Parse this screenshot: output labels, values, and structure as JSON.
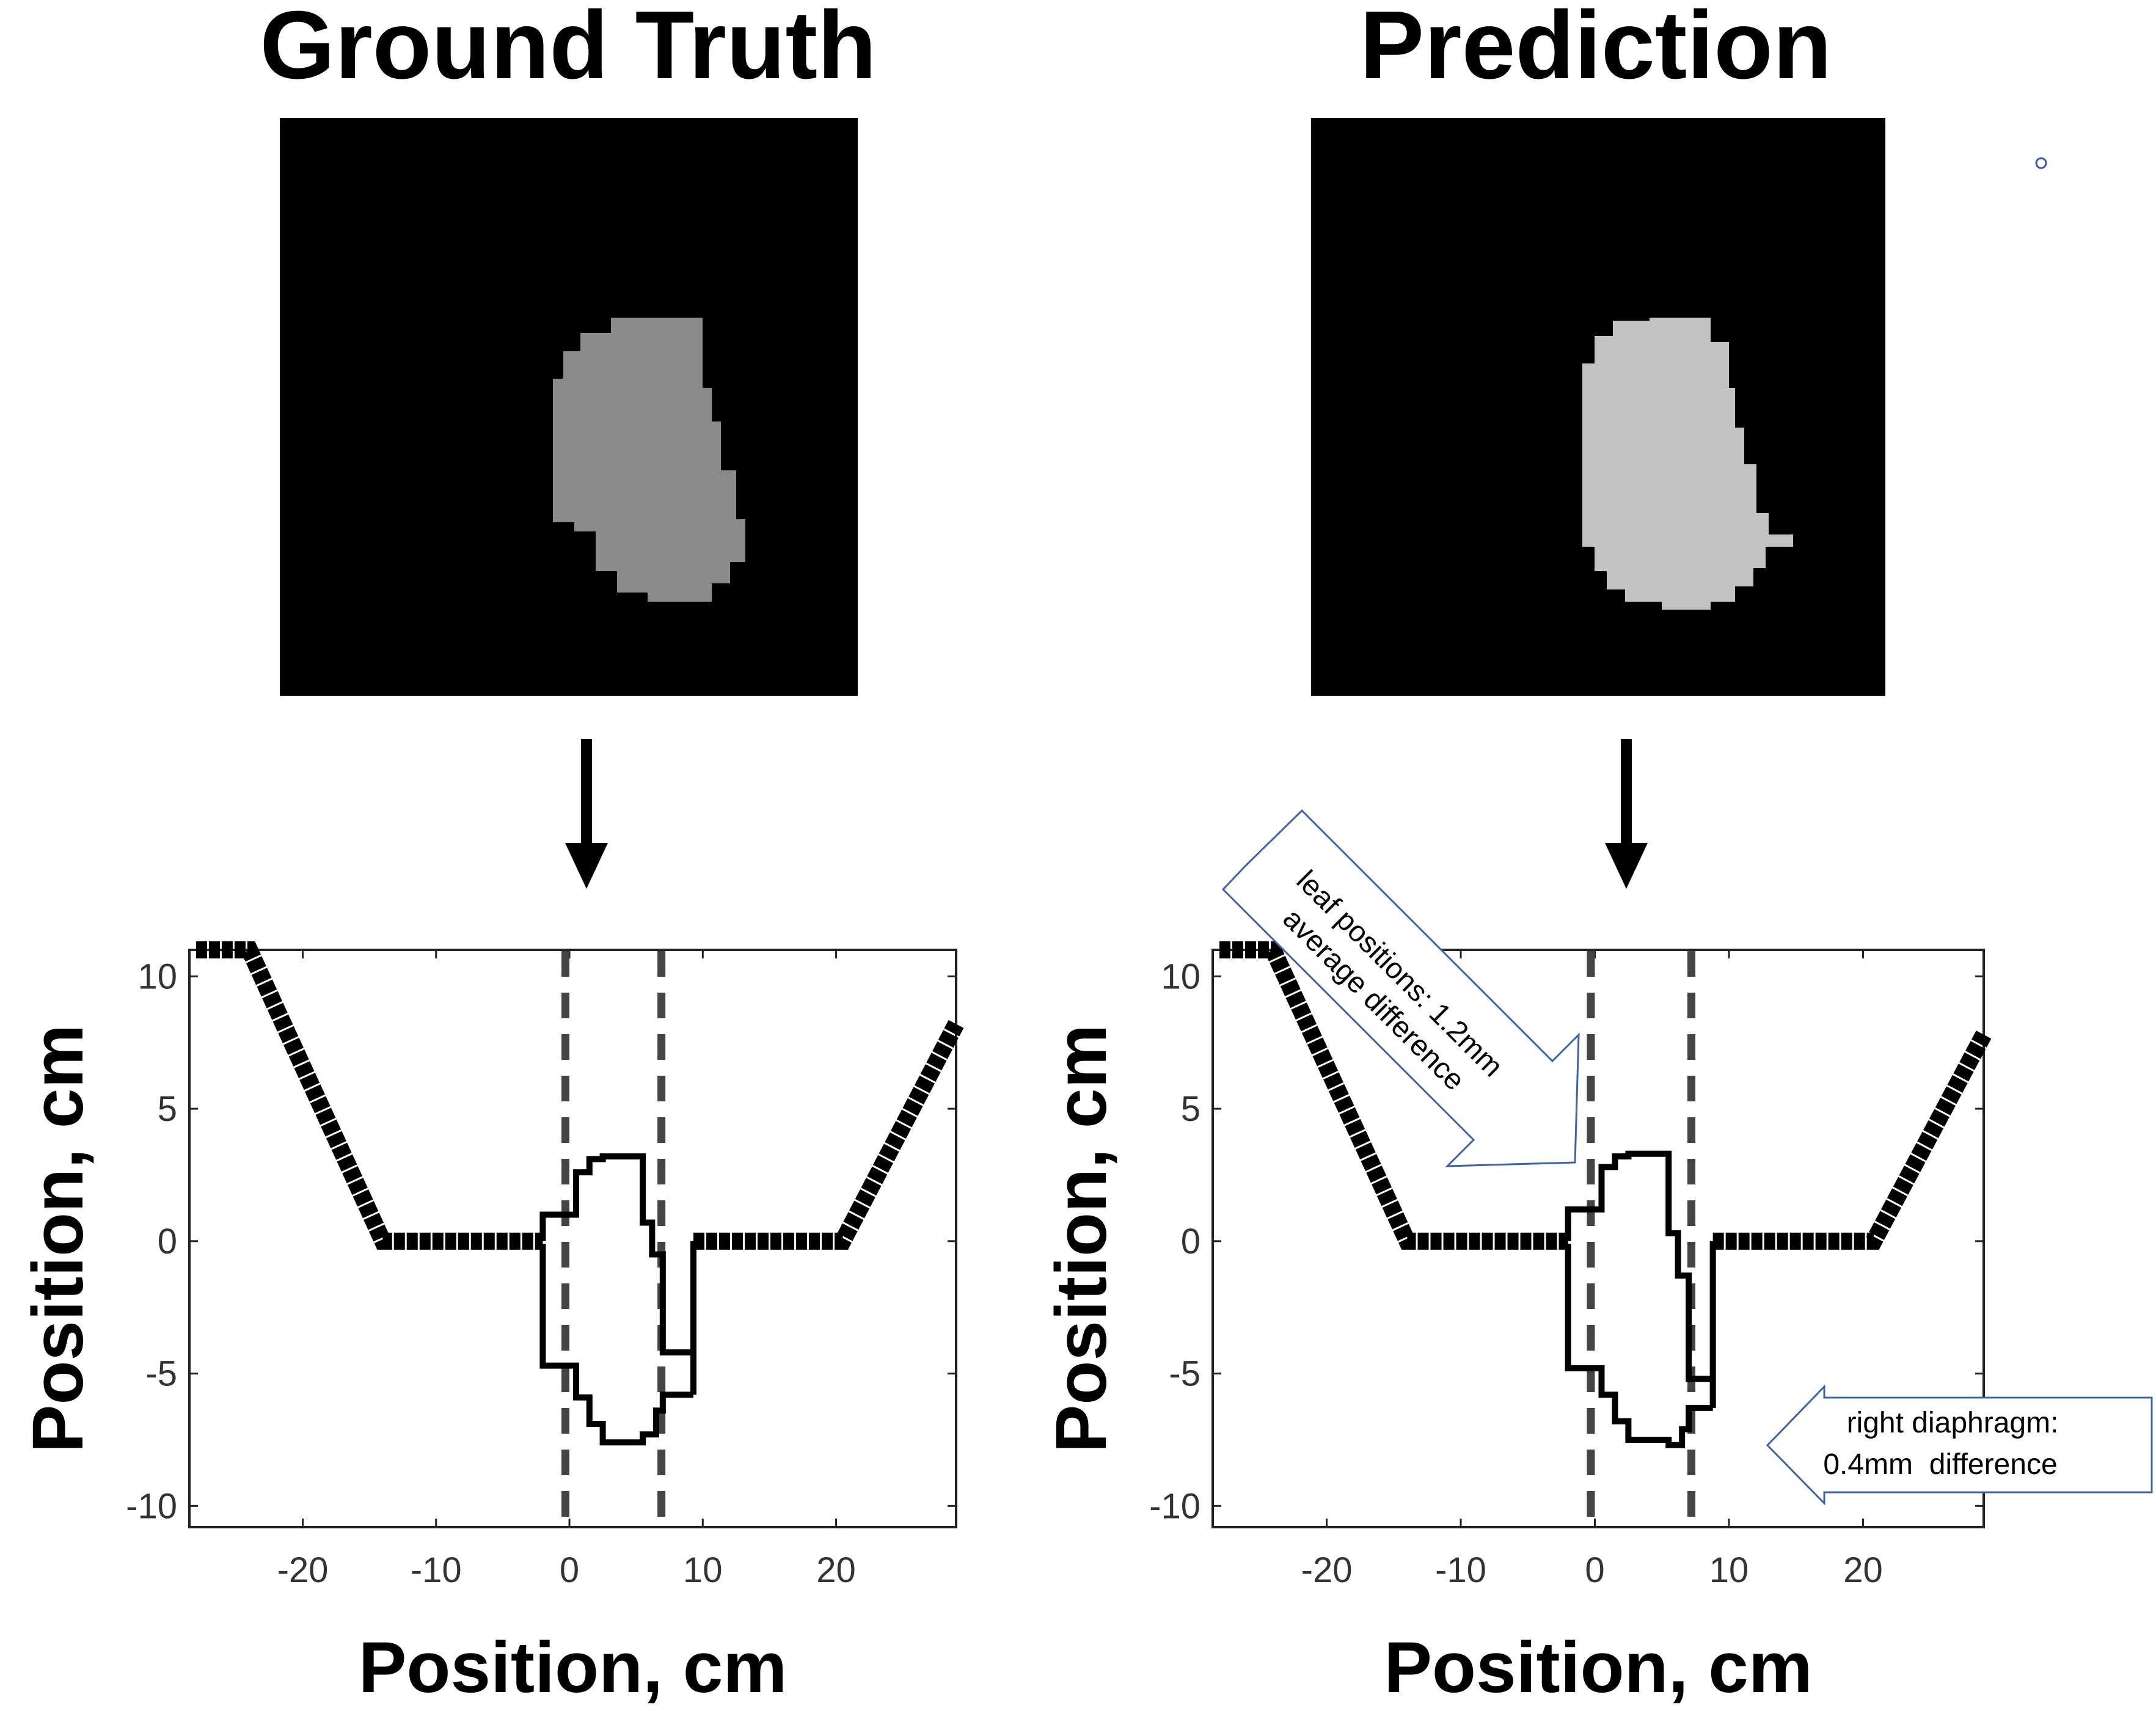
{
  "panels": [
    {
      "title": "Ground Truth",
      "mask_color": "#8a8a8a"
    },
    {
      "title": "Prediction",
      "mask_color": "#c3c3c3"
    }
  ],
  "callouts": {
    "leaf": [
      "leaf positions: 1.2mm",
      "average difference"
    ],
    "diaphragm": [
      "right diaphragm:",
      "0.4mm  difference"
    ]
  },
  "chart_data": [
    {
      "type": "line",
      "xlabel": "Position, cm",
      "ylabel": "Position, cm",
      "xlim": [
        -28.5,
        29
      ],
      "ylim": [
        -10.8,
        11
      ],
      "xticks": [
        -20,
        -10,
        0,
        10,
        20
      ],
      "yticks": [
        10,
        5,
        0,
        -5,
        -10
      ],
      "grid": false,
      "diaphragm_lines_x": [
        -0.3,
        6.9
      ],
      "series": [
        {
          "style": "thick",
          "x": [
            -28,
            -24,
            -14,
            -2
          ],
          "y": [
            11,
            11,
            0,
            0
          ]
        },
        {
          "style": "thin",
          "x": [
            -2,
            -2,
            0.5,
            0.5,
            1.5,
            1.5,
            2.5,
            2.5,
            5.5,
            5.5,
            6.2,
            6.2,
            7.0,
            7.0,
            9.3
          ],
          "y": [
            0,
            1.0,
            1.0,
            2.6,
            2.6,
            3.1,
            3.1,
            3.2,
            3.2,
            0.7,
            0.7,
            -0.5,
            -0.5,
            -4.2,
            -4.2
          ]
        },
        {
          "style": "thin",
          "x": [
            -2,
            -2,
            0.5,
            0.5,
            1.5,
            1.5,
            2.5,
            2.5,
            5.5,
            5.5,
            6.5,
            6.5,
            7.0,
            7.0,
            9.3
          ],
          "y": [
            -0.1,
            -4.7,
            -4.7,
            -5.9,
            -5.9,
            -6.9,
            -6.9,
            -7.6,
            -7.6,
            -7.3,
            -7.3,
            -6.4,
            -6.4,
            -5.8,
            -5.8
          ]
        },
        {
          "style": "thin",
          "x": [
            9.3,
            9.3
          ],
          "y": [
            -5.8,
            0
          ]
        },
        {
          "style": "thick",
          "x": [
            9.3,
            20.5,
            29
          ],
          "y": [
            0,
            0,
            8.2
          ]
        }
      ]
    },
    {
      "type": "line",
      "xlabel": "Position, cm",
      "ylabel": "Position, cm",
      "xlim": [
        -28.5,
        29
      ],
      "ylim": [
        -10.8,
        11
      ],
      "xticks": [
        -20,
        -10,
        0,
        10,
        20
      ],
      "yticks": [
        10,
        5,
        0,
        -5,
        -10
      ],
      "grid": false,
      "diaphragm_lines_x": [
        -0.3,
        7.2
      ],
      "series": [
        {
          "style": "thick",
          "x": [
            -28,
            -24,
            -14,
            -2
          ],
          "y": [
            11,
            11,
            0,
            0
          ]
        },
        {
          "style": "thin",
          "x": [
            -2,
            -2,
            0.5,
            0.5,
            1.5,
            1.5,
            2.5,
            2.5,
            5.5,
            5.5,
            6.2,
            6.2,
            7.0,
            7.0,
            8.8
          ],
          "y": [
            0,
            1.2,
            1.2,
            2.8,
            2.8,
            3.2,
            3.2,
            3.3,
            3.3,
            0.3,
            0.3,
            -1.3,
            -1.3,
            -5.2,
            -5.2
          ]
        },
        {
          "style": "thin",
          "x": [
            -2,
            -2,
            0.5,
            0.5,
            1.5,
            1.5,
            2.5,
            2.5,
            5.5,
            5.5,
            6.5,
            6.5,
            7.0,
            7.0,
            8.8
          ],
          "y": [
            -0.1,
            -4.8,
            -4.8,
            -5.8,
            -5.8,
            -6.8,
            -6.8,
            -7.5,
            -7.5,
            -7.7,
            -7.7,
            -7.1,
            -7.1,
            -6.3,
            -6.3
          ]
        },
        {
          "style": "thin",
          "x": [
            8.8,
            8.8
          ],
          "y": [
            -6.3,
            0
          ]
        },
        {
          "style": "thick",
          "x": [
            8.8,
            20.8,
            29
          ],
          "y": [
            0,
            0,
            7.8
          ]
        }
      ]
    }
  ]
}
